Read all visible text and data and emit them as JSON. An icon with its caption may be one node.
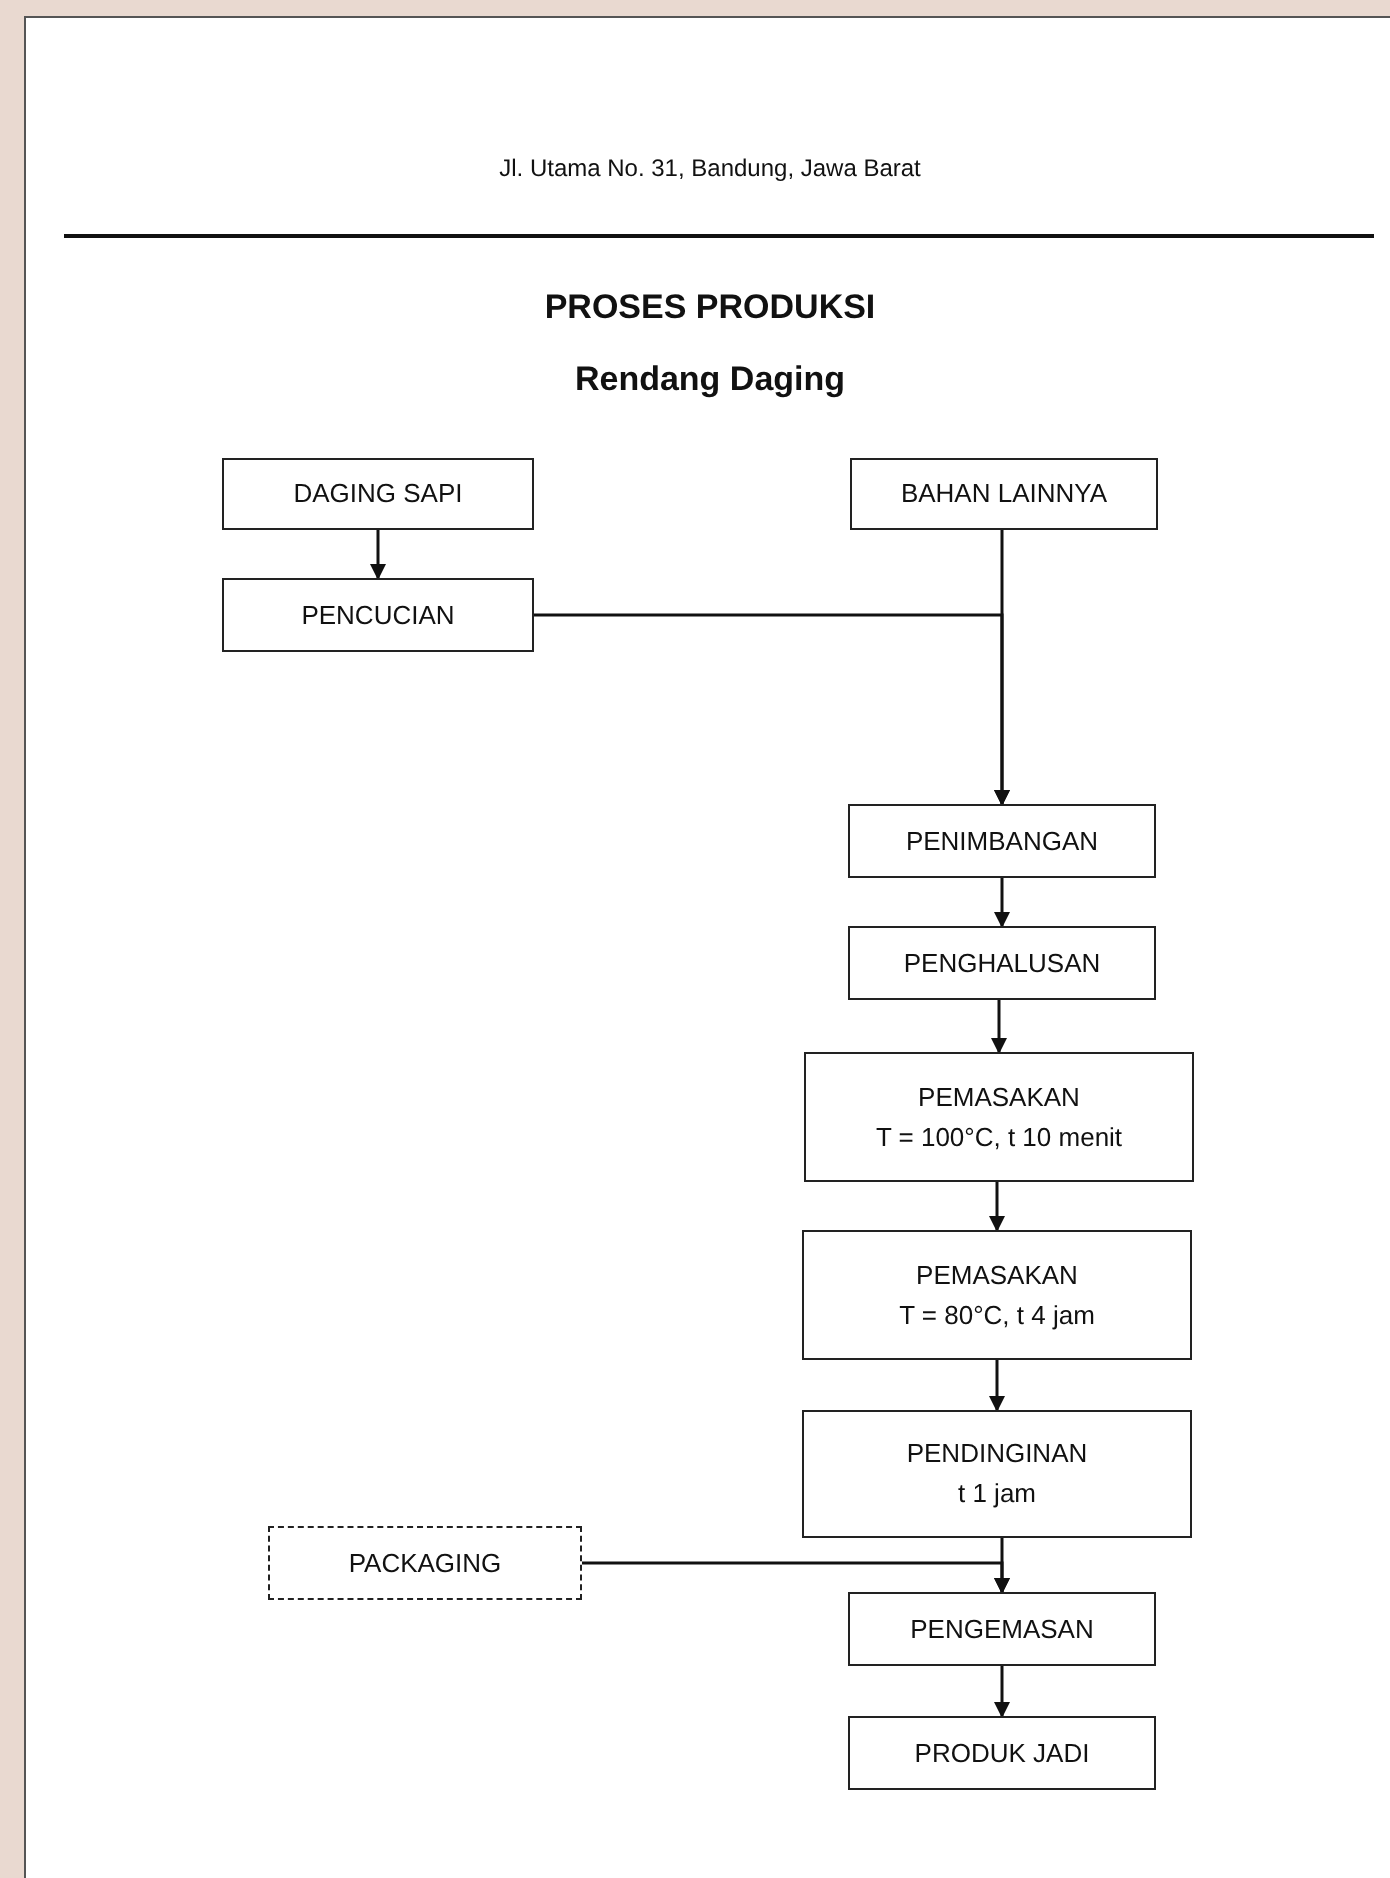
{
  "diagram": {
    "title": "PROSES PRODUKSI",
    "nodes": [
      {
        "text": [
          "DAGING SAPI"
        ]
      },
      {
        "text": [
          "BAHAN LAINNYA"
        ]
      },
      {
        "text": [
          "PENCUCIAN"
        ]
      },
      {
        "text": [
          "PENIMBANGAN"
        ]
      },
      {
        "text": [
          "PENGHALUSAN"
        ]
      },
      {
        "text": [
          "PEMASAKAN",
          "T = 100°C, t 10 menit"
        ]
      },
      {
        "text": [
          "PEMASAKAN",
          "T = 80°C, t 4 jam"
        ]
      },
      {
        "text": [
          "PENDINGINAN",
          "t 1 jam"
        ]
      },
      {
        "text": [
          "PACKAGING"
        ]
      },
      {
        "text": [
          "PENGEMASAN"
        ]
      },
      {
        "text": [
          "PRODUK JADI"
        ]
      }
    ],
    "edges": [
      {
        "from": 0,
        "to": 2,
        "arrow": "to"
      },
      {
        "from": 2,
        "to": 3,
        "arrow": "to"
      },
      {
        "from": 1,
        "to": 3,
        "arrow": "to"
      },
      {
        "from": 3,
        "to": 4,
        "arrow": "to"
      },
      {
        "from": 4,
        "to": 5,
        "arrow": "to"
      },
      {
        "from": 5,
        "to": 6,
        "arrow": "to"
      },
      {
        "from": 6,
        "to": 7,
        "arrow": "to"
      },
      {
        "from": 7,
        "to": 9,
        "arrow": "to"
      },
      {
        "from": 8,
        "to": 9,
        "arrow": "to"
      },
      {
        "from": 9,
        "to": 10,
        "arrow": "to"
      }
    ],
    "labels": [
      "Jl. Utama No. 31, Bandung, Jawa Barat",
      "Rendang Daging"
    ]
  }
}
